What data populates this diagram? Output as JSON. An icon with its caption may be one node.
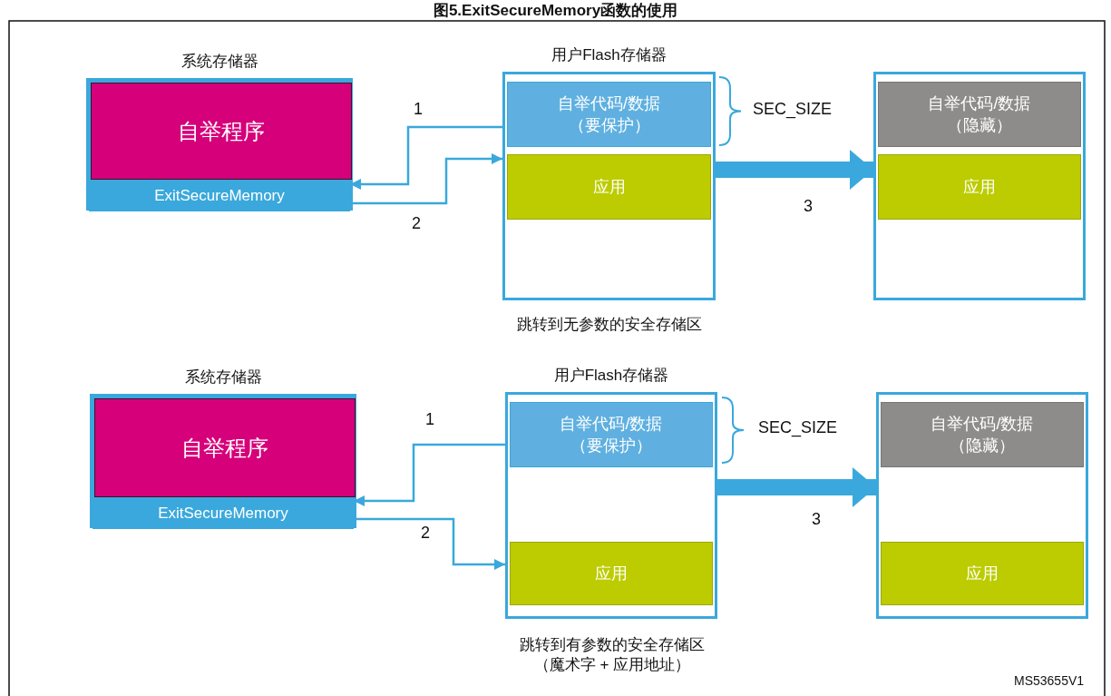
{
  "diagram": {
    "title": "图5.ExitSecureMemory函数的使用",
    "nodes": [
      {
        "text": [
          "系统存储器"
        ]
      },
      {
        "text": [
          "自举程序"
        ],
        "in": 0
      },
      {
        "text": [
          "ExitSecureMemory"
        ],
        "in": 0
      },
      {
        "text": [
          "用户Flash存储器"
        ]
      },
      {
        "text": [
          "自举代码/数据（要保护）"
        ],
        "in": 3
      },
      {
        "text": [
          "应用"
        ],
        "in": 3
      },
      {
        "text": [],
        "shape": "box"
      },
      {
        "text": [
          "自举代码/数据（隐藏）"
        ],
        "in": 6
      },
      {
        "text": [
          "应用"
        ],
        "in": 6
      },
      {
        "text": [
          "系统存储器"
        ]
      },
      {
        "text": [
          "自举程序"
        ],
        "in": 9
      },
      {
        "text": [
          "ExitSecureMemory"
        ],
        "in": 9
      },
      {
        "text": [
          "用户Flash存储器"
        ]
      },
      {
        "text": [
          "自举代码/数据（要保护）"
        ],
        "in": 12
      },
      {
        "text": [
          "应用"
        ],
        "in": 12
      },
      {
        "text": [],
        "shape": "box"
      },
      {
        "text": [
          "自举代码/数据（隐藏）"
        ],
        "in": 15
      },
      {
        "text": [
          "应用"
        ],
        "in": 15
      }
    ],
    "edges": [
      {
        "from": 3,
        "to": 2,
        "arrow": "to",
        "label": "1"
      },
      {
        "from": 2,
        "to": 3,
        "arrow": "to",
        "label": "2"
      },
      {
        "from": 3,
        "to": 6,
        "arrow": "to",
        "label": "3",
        "style": "thick"
      },
      {
        "from": 12,
        "to": 11,
        "arrow": "to",
        "label": "1"
      },
      {
        "from": 11,
        "to": 12,
        "arrow": "to",
        "label": "2"
      },
      {
        "from": 12,
        "to": 15,
        "arrow": "to",
        "label": "3",
        "style": "thick"
      }
    ],
    "labels": [
      "SEC_SIZE",
      "跳转到无参数的安全存储区",
      "SEC_SIZE",
      "跳转到有参数的安全存储区（魔术字 + 应用地址）",
      "MS53655V1"
    ]
  }
}
